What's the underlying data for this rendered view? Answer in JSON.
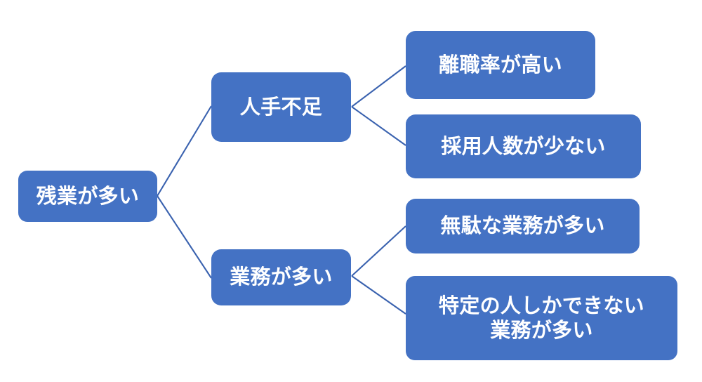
{
  "diagram": {
    "type": "logic-tree",
    "title": "",
    "direction": "left-to-right",
    "node_fill_color": "#4472C4",
    "node_text_color": "#FFFFFF",
    "connector_color": "#3A62AF",
    "background_color": "#FFFFFF",
    "nodes": {
      "root": {
        "id": "root",
        "label": "残業が多い",
        "level": 1
      },
      "level2": [
        {
          "id": "l2-1",
          "label": "人手不足",
          "level": 2
        },
        {
          "id": "l2-2",
          "label": "業務が多い",
          "level": 2
        }
      ],
      "level3": [
        {
          "id": "leaf-1",
          "label": "離職率が高い",
          "level": 3,
          "parent": "l2-1"
        },
        {
          "id": "leaf-2",
          "label": "採用人数が少ない",
          "level": 3,
          "parent": "l2-1"
        },
        {
          "id": "leaf-3",
          "label": "無駄な業務が多い",
          "level": 3,
          "parent": "l2-2"
        },
        {
          "id": "leaf-4",
          "label": "特定の人しかできない\n業務が多い",
          "level": 3,
          "parent": "l2-2"
        }
      ]
    },
    "edges": [
      {
        "from": "root",
        "to": "l2-1"
      },
      {
        "from": "root",
        "to": "l2-2"
      },
      {
        "from": "l2-1",
        "to": "leaf-1"
      },
      {
        "from": "l2-1",
        "to": "leaf-2"
      },
      {
        "from": "l2-2",
        "to": "leaf-3"
      },
      {
        "from": "l2-2",
        "to": "leaf-4"
      }
    ]
  }
}
